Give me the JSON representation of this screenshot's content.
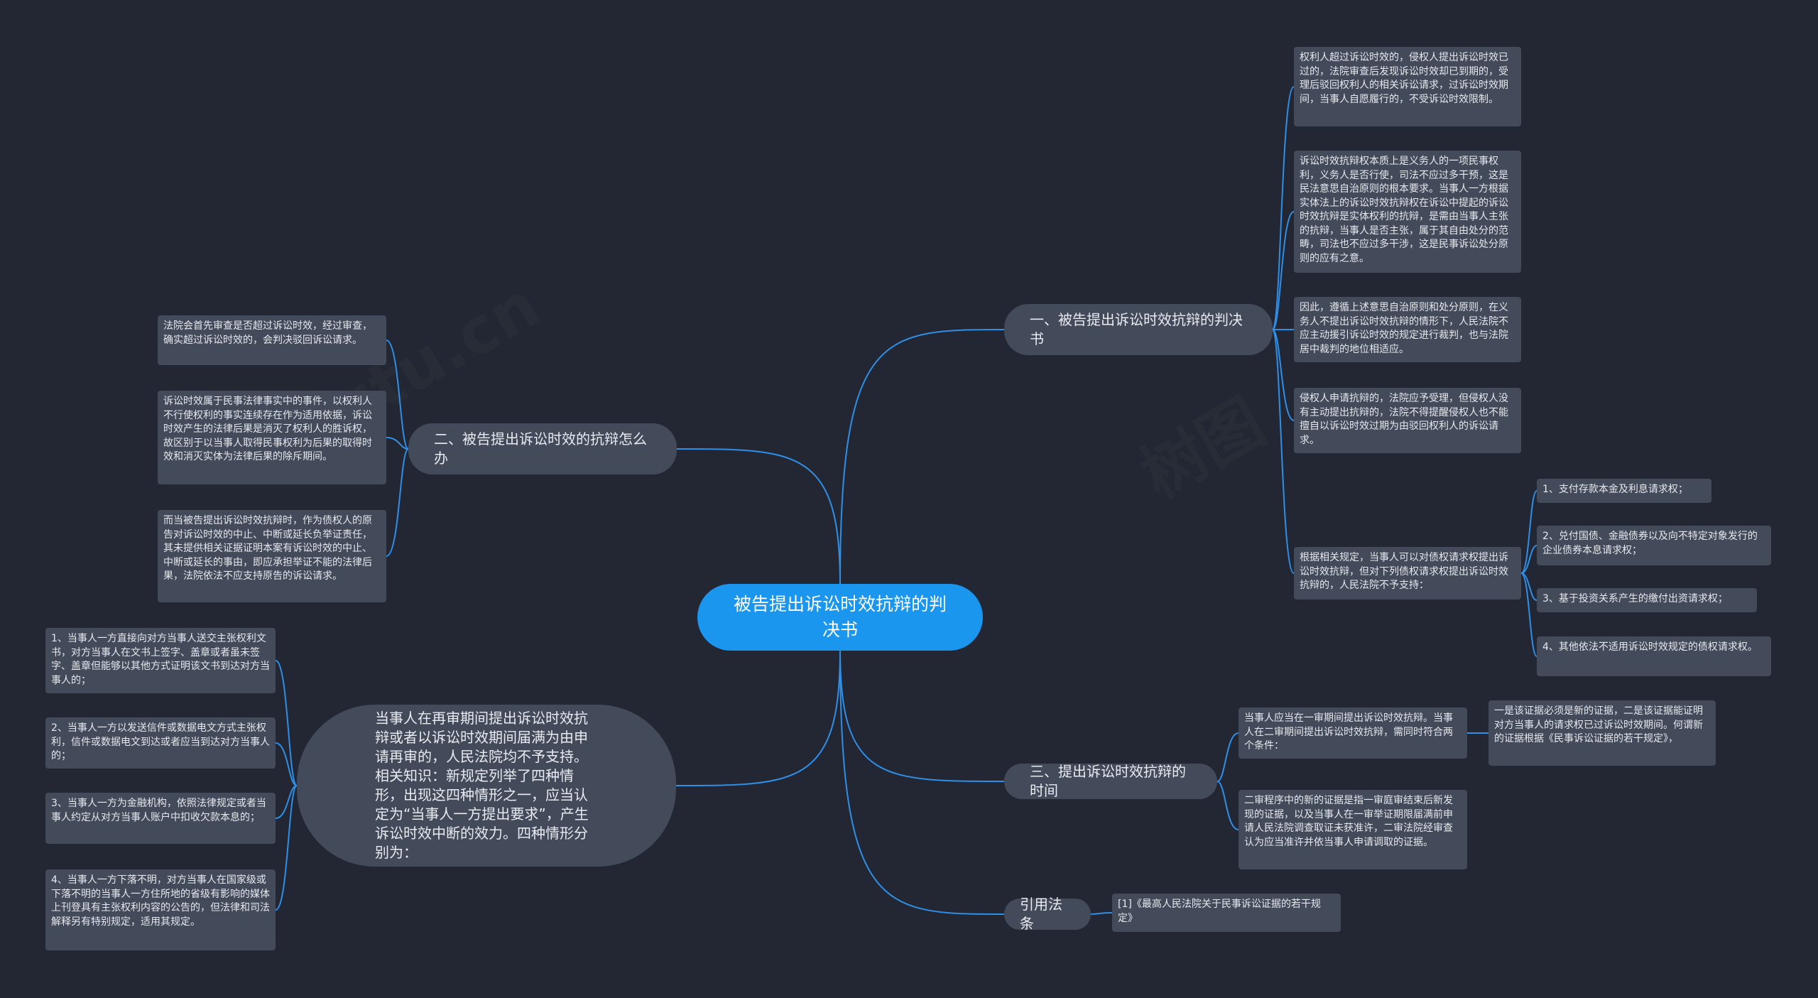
{
  "root": {
    "label": "被告提出诉讼时效抗辩的判决书"
  },
  "branches": {
    "b1": {
      "label": "一、被告提出诉讼时效抗辩的判决书"
    },
    "b2": {
      "label": "二、被告提出诉讼时效的抗辩怎么办"
    },
    "b3": {
      "label": "三、提出诉讼时效抗辩的时间"
    },
    "b4": {
      "label": "引用法条"
    },
    "b5": {
      "label": "当事人在再审期间提出诉讼时效抗辩或者以诉讼时效期间届满为由申请再审的，人民法院均不予支持。相关知识：新规定列举了四种情形，出现这四种情形之一，应当认定为“当事人一方提出要求”，产生诉讼时效中断的效力。四种情形分别为："
    }
  },
  "leaves": {
    "b1_1": "权利人超过诉讼时效的，侵权人提出诉讼时效已过的，法院审查后发现诉讼时效却已到期的，受理后驳回权利人的相关诉讼请求，过诉讼时效期间，当事人自愿履行的，不受诉讼时效限制。",
    "b1_2": "诉讼时效抗辩权本质上是义务人的一项民事权利，义务人是否行使，司法不应过多干预，这是民法意思自治原则的根本要求。当事人一方根据实体法上的诉讼时效抗辩权在诉讼中提起的诉讼时效抗辩是实体权利的抗辩，是需由当事人主张的抗辩，当事人是否主张，属于其自由处分的范畴，司法也不应过多干涉，这是民事诉讼处分原则的应有之意。",
    "b1_3": "因此，遵循上述意思自治原则和处分原则，在义务人不提出诉讼时效抗辩的情形下，人民法院不应主动援引诉讼时效的规定进行裁判，也与法院居中裁判的地位相适应。",
    "b1_4": "侵权人申请抗辩的，法院应予受理，但侵权人没有主动提出抗辩的，法院不得提醒侵权人也不能擅自以诉讼时效过期为由驳回权利人的诉讼请求。",
    "b1_5": "根据相关规定，当事人可以对债权请求权提出诉讼时效抗辩，但对下列债权请求权提出诉讼时效抗辩的，人民法院不予支持：",
    "b1_5_1": "1、支付存款本金及利息请求权；",
    "b1_5_2": "2、兑付国债、金融债券以及向不特定对象发行的企业债券本息请求权；",
    "b1_5_3": "3、基于投资关系产生的缴付出资请求权；",
    "b1_5_4": "4、其他依法不适用诉讼时效规定的债权请求权。",
    "b2_1": "法院会首先审查是否超过诉讼时效，经过审查，确实超过诉讼时效的，会判决驳回诉讼请求。",
    "b2_2": "诉讼时效属于民事法律事实中的事件，以权利人不行使权利的事实连续存在作为适用依据，诉讼时效产生的法律后果是消灭了权利人的胜诉权，故区别于以当事人取得民事权利为后果的取得时效和消灭实体为法律后果的除斥期间。",
    "b2_3": "而当被告提出诉讼时效抗辩时，作为债权人的原告对诉讼时效的中止、中断或延长负举证责任，其未提供相关证据证明本案有诉讼时效的中止、中断或延长的事由，即应承担举证不能的法律后果，法院依法不应支持原告的诉讼请求。",
    "b3_1": "当事人应当在一审期间提出诉讼时效抗辩。当事人在二审期间提出诉讼时效抗辩，需同时符合两个条件：",
    "b3_1_1": "一是该证据必须是新的证据，二是该证据能证明对方当事人的请求权已过诉讼时效期间。何谓新的证据根据《民事诉讼证据的若干规定》，",
    "b3_2": "二审程序中的新的证据是指一审庭审结束后新发现的证据，以及当事人在一审举证期限届满前申请人民法院调查取证未获准许，二审法院经审查认为应当准许并依当事人申请调取的证据。",
    "b4_1": "[1]《最高人民法院关于民事诉讼证据的若干规定》",
    "b5_1": "1、当事人一方直接向对方当事人送交主张权利文书，对方当事人在文书上签字、盖章或者虽未签字、盖章但能够以其他方式证明该文书到达对方当事人的；",
    "b5_2": "2、当事人一方以发送信件或数据电文方式主张权利，信件或数据电文到达或者应当到达对方当事人的；",
    "b5_3": "3、当事人一方为金融机构，依照法律规定或者当事人约定从对方当事人账户中扣收欠款本息的；",
    "b5_4": "4、当事人一方下落不明，对方当事人在国家级或下落不明的当事人一方住所地的省级有影响的媒体上刊登具有主张权利内容的公告的，但法律和司法解释另有特别规定，适用其规定。"
  },
  "colors": {
    "background": "#232733",
    "root": "#1a96ee",
    "node": "#434a5a",
    "edge": "#2f8fe6",
    "text": "#e8ebf0"
  }
}
